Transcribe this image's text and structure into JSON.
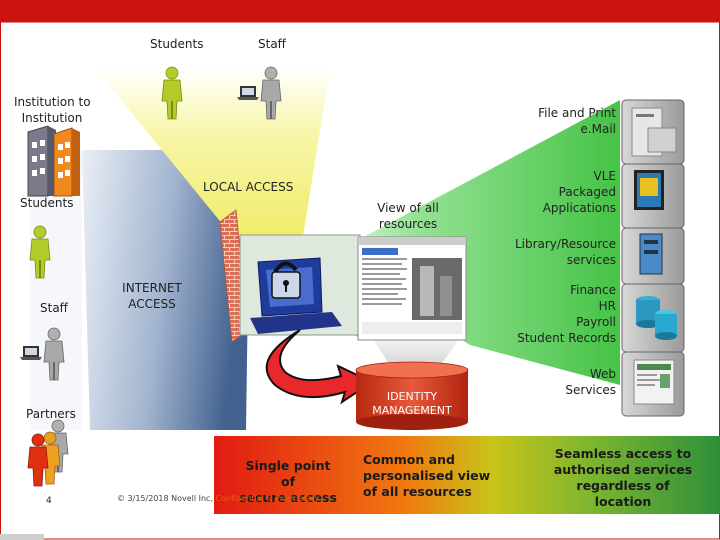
{
  "header": {
    "top_left_students": "Students",
    "top_staff": "Staff"
  },
  "left": {
    "institution": [
      "Institution to",
      "Institution"
    ],
    "students": "Students",
    "staff": "Staff",
    "partners": "Partners"
  },
  "center": {
    "local_access": "LOCAL ACCESS",
    "internet_access": [
      "INTERNET",
      "ACCESS"
    ],
    "view_all": [
      "View of all",
      "resources"
    ],
    "identity": [
      "IDENTITY",
      "MANAGEMENT"
    ]
  },
  "right": {
    "file_print": [
      "File and Print",
      "e.Mail"
    ],
    "vle": [
      "VLE",
      "Packaged",
      "Applications"
    ],
    "library": [
      "Library/Resource",
      "services"
    ],
    "finance": [
      "Finance",
      "HR",
      "Payroll",
      "Student Records"
    ],
    "web": [
      "Web",
      "Services"
    ]
  },
  "band": {
    "single": [
      "Single point of",
      "secure access"
    ],
    "common": [
      "Common and",
      "personalised view",
      "of all resources"
    ],
    "seamless": [
      "Seamless access to",
      "authorised services",
      "regardless of location"
    ]
  },
  "footer": {
    "page_number": "4",
    "copyright": "© 3/15/2018 Novell Inc,",
    "confidential": "Confidential & Proprietary"
  },
  "colors": {
    "top_bar": "#cc1111",
    "local_yellow": "#f4f27a",
    "internet_blue": "#4a6d9c",
    "services_green": "#4fc84f",
    "view_red": "#e85a5a",
    "identity_cylinder": "#d44020",
    "band_red": "#e01010",
    "band_green": "#3a9a3a"
  }
}
